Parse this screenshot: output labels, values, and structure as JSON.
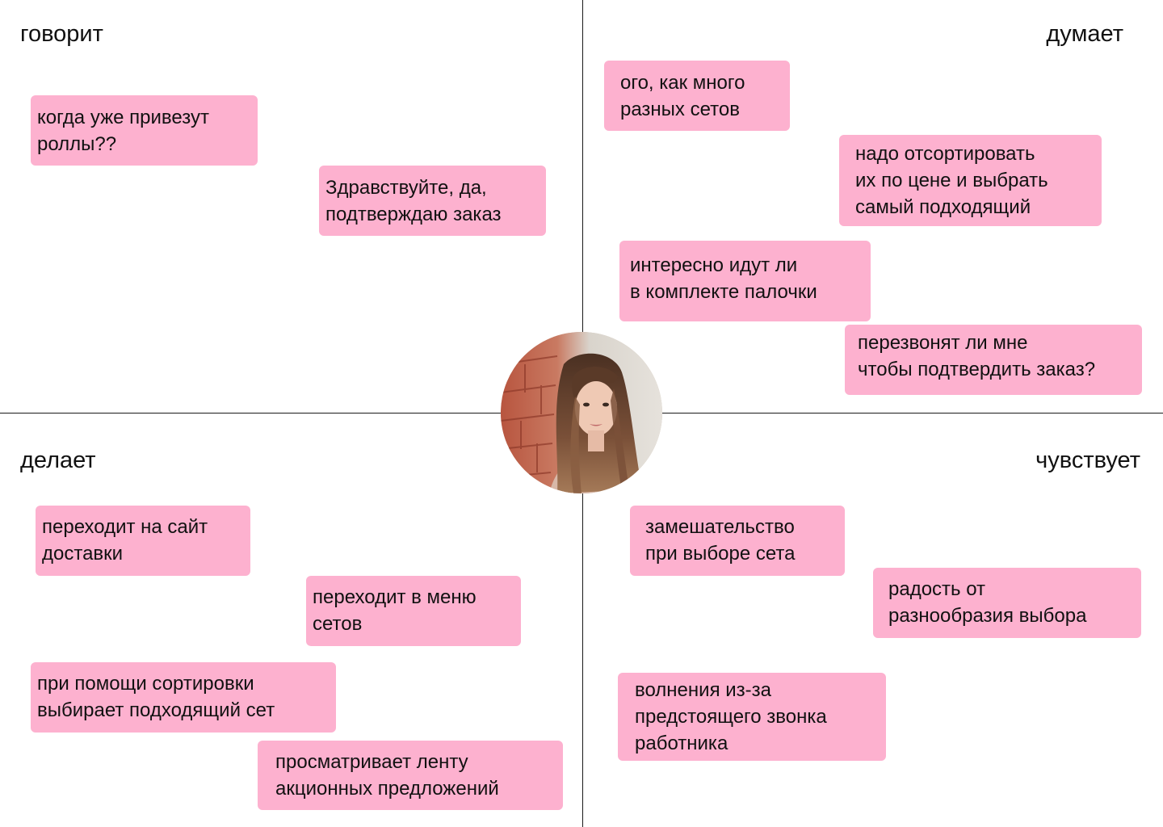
{
  "quadrants": {
    "says": {
      "title": "говорит",
      "notes": [
        "когда уже привезут\nроллы??",
        "Здравствуйте, да,\nподтверждаю заказ"
      ]
    },
    "thinks": {
      "title": "думает",
      "notes": [
        "ого, как много\nразных сетов",
        "надо отсортировать\nих по цене и выбрать\nсамый подходящий",
        "интересно идут ли\nв комплекте палочки",
        "перезвонят ли мне\nчтобы подтвердить заказ?"
      ]
    },
    "does": {
      "title": "делает",
      "notes": [
        "переходит на сайт\nдоставки",
        "переходит в меню\nсетов",
        "при помощи сортировки\nвыбирает подходящий сет",
        "просматривает ленту\nакционных предложений"
      ]
    },
    "feels": {
      "title": "чувствует",
      "notes": [
        "замешательство\nпри выборе сета",
        "радость от\nразнообразия выбора",
        "волнения из-за\nпредстоящего звонка\nработника"
      ]
    }
  },
  "colors": {
    "sticky": "#fdb1cf",
    "axis": "#1a1a1a",
    "text": "#111111"
  },
  "avatar": {
    "icon": "user-portrait-photo"
  }
}
